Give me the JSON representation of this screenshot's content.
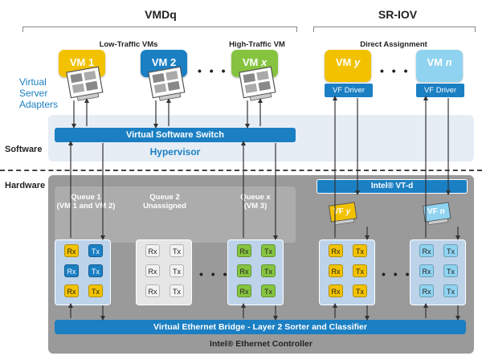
{
  "headers": {
    "vmdq": "VMDq",
    "sriov": "SR-IOV"
  },
  "subheaders": {
    "low": "Low-Traffic VMs",
    "high": "High-Traffic VM",
    "direct": "Direct Assignment"
  },
  "side": {
    "vsa": [
      "Virtual",
      "Server",
      "Adapters"
    ],
    "software": "Software",
    "hardware": "Hardware"
  },
  "vms": {
    "vm1": {
      "prefix": "VM ",
      "suffix": "1",
      "color": "#f2c200"
    },
    "vm2": {
      "prefix": "VM ",
      "suffix": "2",
      "color": "#1b7fc3"
    },
    "vmx": {
      "prefix": "VM ",
      "suffix": "x",
      "color": "#86c440"
    },
    "vmy": {
      "prefix": "VM ",
      "suffix": "y",
      "color": "#f2c200"
    },
    "vmn": {
      "prefix": "VM ",
      "suffix": "n",
      "color": "#8fd3f0"
    }
  },
  "vf_driver": "VF Driver",
  "switch": "Virtual Software Switch",
  "hypervisor": "Hypervisor",
  "queues": {
    "q1": [
      "Queue 1",
      "(VM 1 and VM 2)"
    ],
    "q2": [
      "Queue 2",
      "Unassigned"
    ],
    "qx": [
      "Queue x",
      "(VM 3)"
    ]
  },
  "vtd": "Intel® VT-d",
  "vf": {
    "y_prefix": "VF ",
    "y_suffix": "y",
    "n_prefix": "VF ",
    "n_suffix": "n"
  },
  "button_labels": {
    "rx": "Rx",
    "tx": "Tx"
  },
  "bridge": "Virtual Ethernet Bridge - Layer 2 Sorter and Classifier",
  "controller": "Intel® Ethernet Controller",
  "dots": "• • •",
  "colors": {
    "accent": "#1b7fc3",
    "yellow": "#f2c200",
    "green": "#86c440",
    "light": "#8fd3f0",
    "white": "#f2f2f2"
  }
}
